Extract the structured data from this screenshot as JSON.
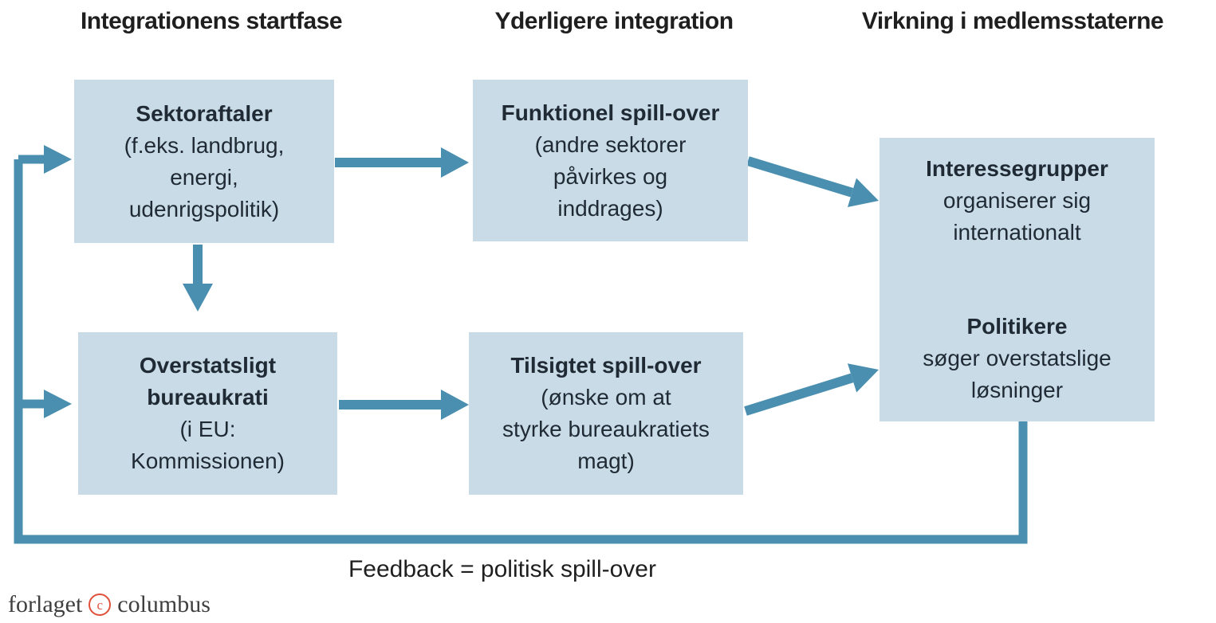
{
  "headers": [
    "Integrationens startfase",
    "Yderligere integration",
    "Virkning i medlemsstaterne"
  ],
  "boxes": {
    "sektoraftaler": {
      "title_lines": [
        "Sektoraftaler"
      ],
      "lines": [
        "(f.eks. landbrug,",
        "energi,",
        "udenrigspolitik)"
      ]
    },
    "funktionel_spill_over": {
      "title_lines": [
        "Funktionel spill-over"
      ],
      "lines": [
        "(andre sektorer",
        "påvirkes og",
        "inddrages)"
      ]
    },
    "overstatsligt_bureaukrati": {
      "title_lines": [
        "Overstatsligt",
        "bureaukrati"
      ],
      "lines": [
        "(i EU:",
        "Kommissionen)"
      ]
    },
    "tilsigtet_spill_over": {
      "title_lines": [
        "Tilsigtet spill-over"
      ],
      "lines": [
        "(ønske om at",
        "styrke bureaukratiets",
        "magt)"
      ]
    },
    "interessegrupper": {
      "title_lines": [
        "Interessegrupper"
      ],
      "lines": [
        "organiserer sig",
        "internationalt"
      ]
    },
    "politikere": {
      "title_lines": [
        "Politikere"
      ],
      "lines": [
        "søger overstatslige",
        "løsninger"
      ]
    }
  },
  "edges": [
    {
      "from": "sektoraftaler",
      "to": "funktionel_spill_over"
    },
    {
      "from": "sektoraftaler",
      "to": "overstatsligt_bureaukrati"
    },
    {
      "from": "overstatsligt_bureaukrati",
      "to": "tilsigtet_spill_over"
    },
    {
      "from": "funktionel_spill_over",
      "to": "interessegrupper_politikere"
    },
    {
      "from": "tilsigtet_spill_over",
      "to": "interessegrupper_politikere"
    },
    {
      "from": "interessegrupper_politikere",
      "to": "sektoraftaler",
      "via": "feedback"
    },
    {
      "from": "interessegrupper_politikere",
      "to": "overstatsligt_bureaukrati",
      "via": "feedback"
    }
  ],
  "feedback_label": "Feedback = politisk spill-over",
  "logo": {
    "word1": "forlaget",
    "symbol": "c",
    "word2": "columbus"
  },
  "colors": {
    "box_fill": "#c8dbe7",
    "arrow": "#4a8fb0",
    "heading_text": "#1f1f1f",
    "box_text": "#1f2a35",
    "logo_text": "#3f3f3f",
    "logo_accent": "#e0513c",
    "page_bg": "#ffffff"
  }
}
